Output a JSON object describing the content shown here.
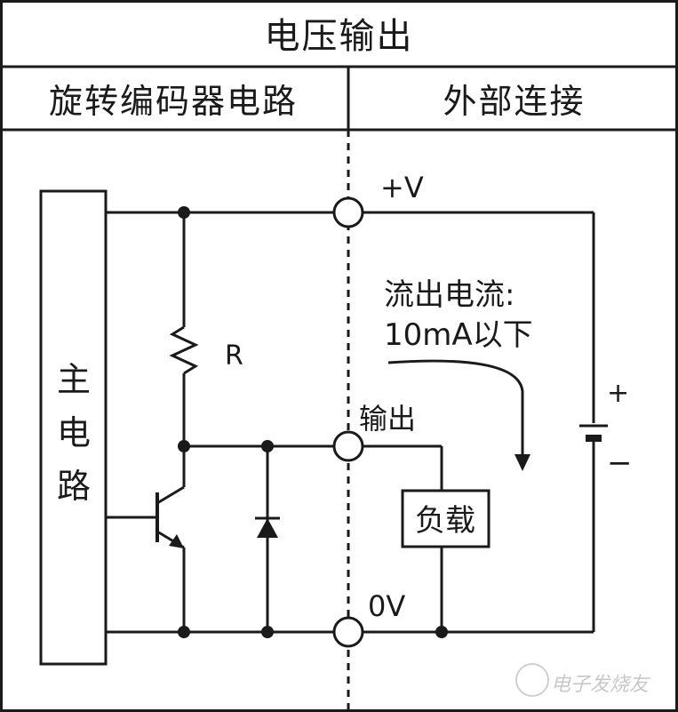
{
  "header": {
    "title": "电压输出",
    "left_section": "旋转编码器电路",
    "right_section": "外部连接"
  },
  "circuit": {
    "main_circuit_label": "主电路",
    "resistor_label": "R",
    "supply_terminal": "+V",
    "output_terminal": "输出",
    "ground_terminal": "0V",
    "load_label": "负载",
    "current_note_line1": "流出电流:",
    "current_note_line2": "10mA以下",
    "battery_plus": "+",
    "battery_minus": "−"
  },
  "watermark": {
    "text": "电子发烧友"
  },
  "colors": {
    "line": "#1a1a1a",
    "background": "#ffffff"
  }
}
